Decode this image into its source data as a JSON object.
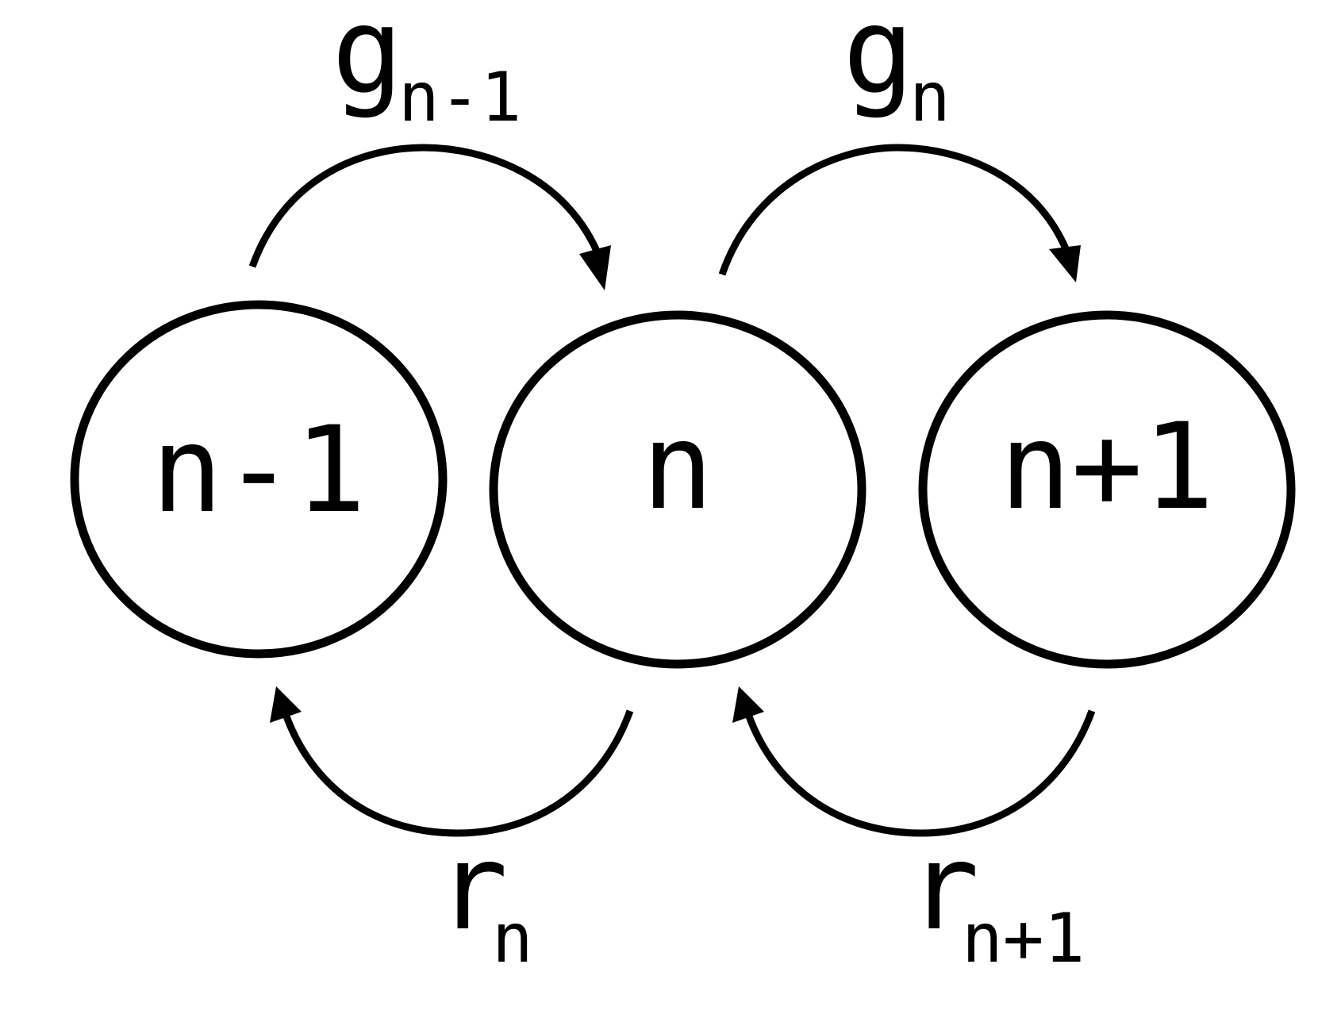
{
  "nodes": {
    "left": {
      "label": "n-1"
    },
    "center": {
      "label": "n"
    },
    "right": {
      "label": "n+1"
    }
  },
  "rates": {
    "g_prev": {
      "symbol": "g",
      "subscript": "n-1"
    },
    "g_curr": {
      "symbol": "g",
      "subscript": "n"
    },
    "r_curr": {
      "symbol": "r",
      "subscript": "n"
    },
    "r_next": {
      "symbol": "r",
      "subscript": "n+1"
    }
  },
  "colors": {
    "stroke": "#000000",
    "background": "#ffffff"
  }
}
